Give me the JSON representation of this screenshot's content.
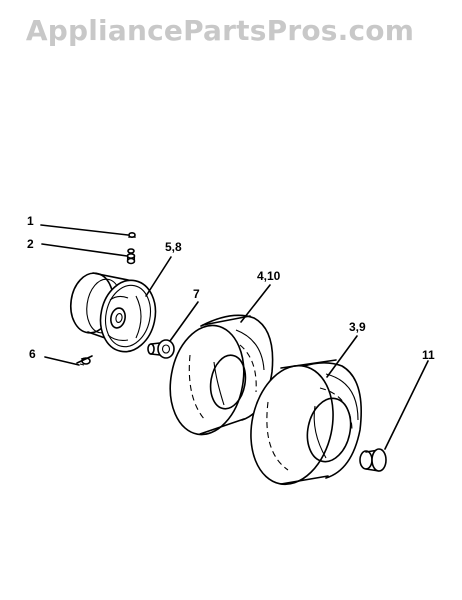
{
  "watermark": "AppliancePartsPros.com",
  "colors": {
    "watermark": "#c8c8c8",
    "ink": "#000000",
    "background": "#ffffff"
  },
  "callouts": {
    "c1": "1",
    "c2": "2",
    "c58": "5,8",
    "c7": "7",
    "c410": "4,10",
    "c39": "3,9",
    "c6": "6",
    "c11": "11"
  }
}
